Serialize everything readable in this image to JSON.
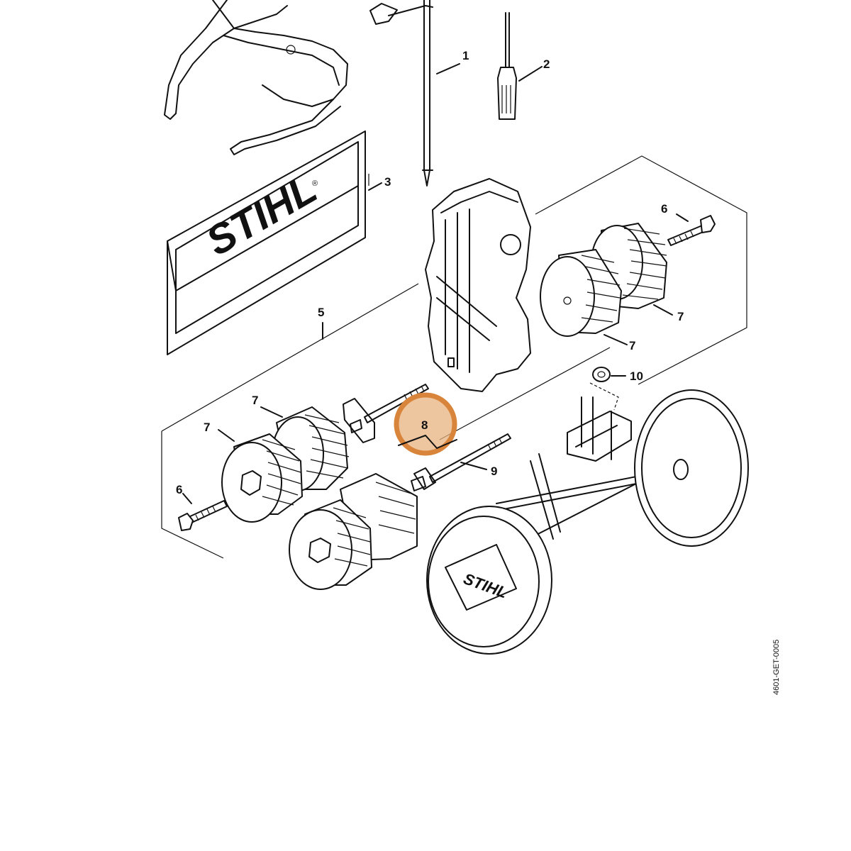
{
  "callouts": {
    "c1": "1",
    "c2": "2",
    "c3": "3",
    "c5": "5",
    "c6a": "6",
    "c6b": "6",
    "c7a": "7",
    "c7b": "7",
    "c7c": "7",
    "c7d": "7",
    "c8": "8",
    "c9": "9",
    "c10": "10"
  },
  "brand": {
    "pouch_logo": "STIHL",
    "wheel_logo": "STIHL",
    "registered_mark": "®"
  },
  "drawing_code": "4601-GET-0005",
  "highlight": {
    "part": "8",
    "color": "#e7b27e"
  }
}
